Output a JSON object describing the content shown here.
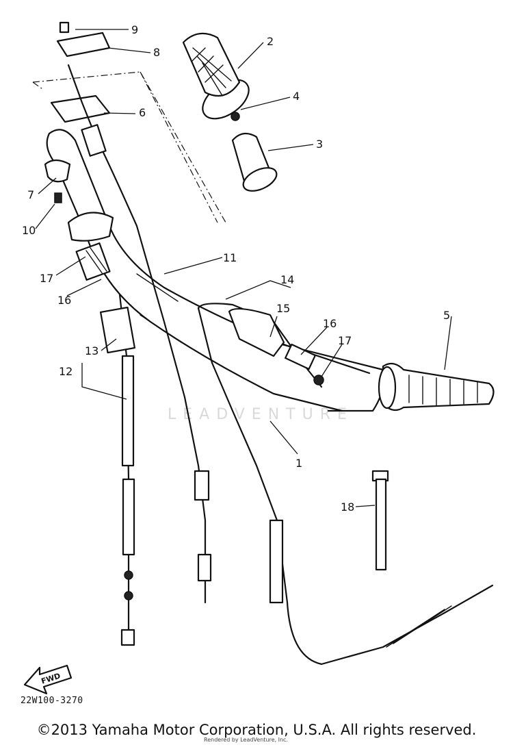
{
  "diagram": {
    "callouts": [
      {
        "id": "c1",
        "label": "1"
      },
      {
        "id": "c2",
        "label": "2"
      },
      {
        "id": "c3",
        "label": "3"
      },
      {
        "id": "c4",
        "label": "4"
      },
      {
        "id": "c5",
        "label": "5"
      },
      {
        "id": "c6",
        "label": "6"
      },
      {
        "id": "c7",
        "label": "7"
      },
      {
        "id": "c8",
        "label": "8"
      },
      {
        "id": "c9",
        "label": "9"
      },
      {
        "id": "c10",
        "label": "10"
      },
      {
        "id": "c11",
        "label": "11"
      },
      {
        "id": "c12",
        "label": "12"
      },
      {
        "id": "c13",
        "label": "13"
      },
      {
        "id": "c14",
        "label": "14"
      },
      {
        "id": "c15",
        "label": "15"
      },
      {
        "id": "c16a",
        "label": "16"
      },
      {
        "id": "c16b",
        "label": "16"
      },
      {
        "id": "c17a",
        "label": "17"
      },
      {
        "id": "c17b",
        "label": "17"
      },
      {
        "id": "c18",
        "label": "18"
      }
    ],
    "fwd_arrow_label": "FWD",
    "drawing_code": "22W100-3270",
    "watermark": "LEADVENTURE"
  },
  "footer": {
    "copyright": "©2013 Yamaha Motor Corporation, U.S.A. All rights reserved.",
    "render_credit": "Rendered by LeadVenture, Inc."
  }
}
